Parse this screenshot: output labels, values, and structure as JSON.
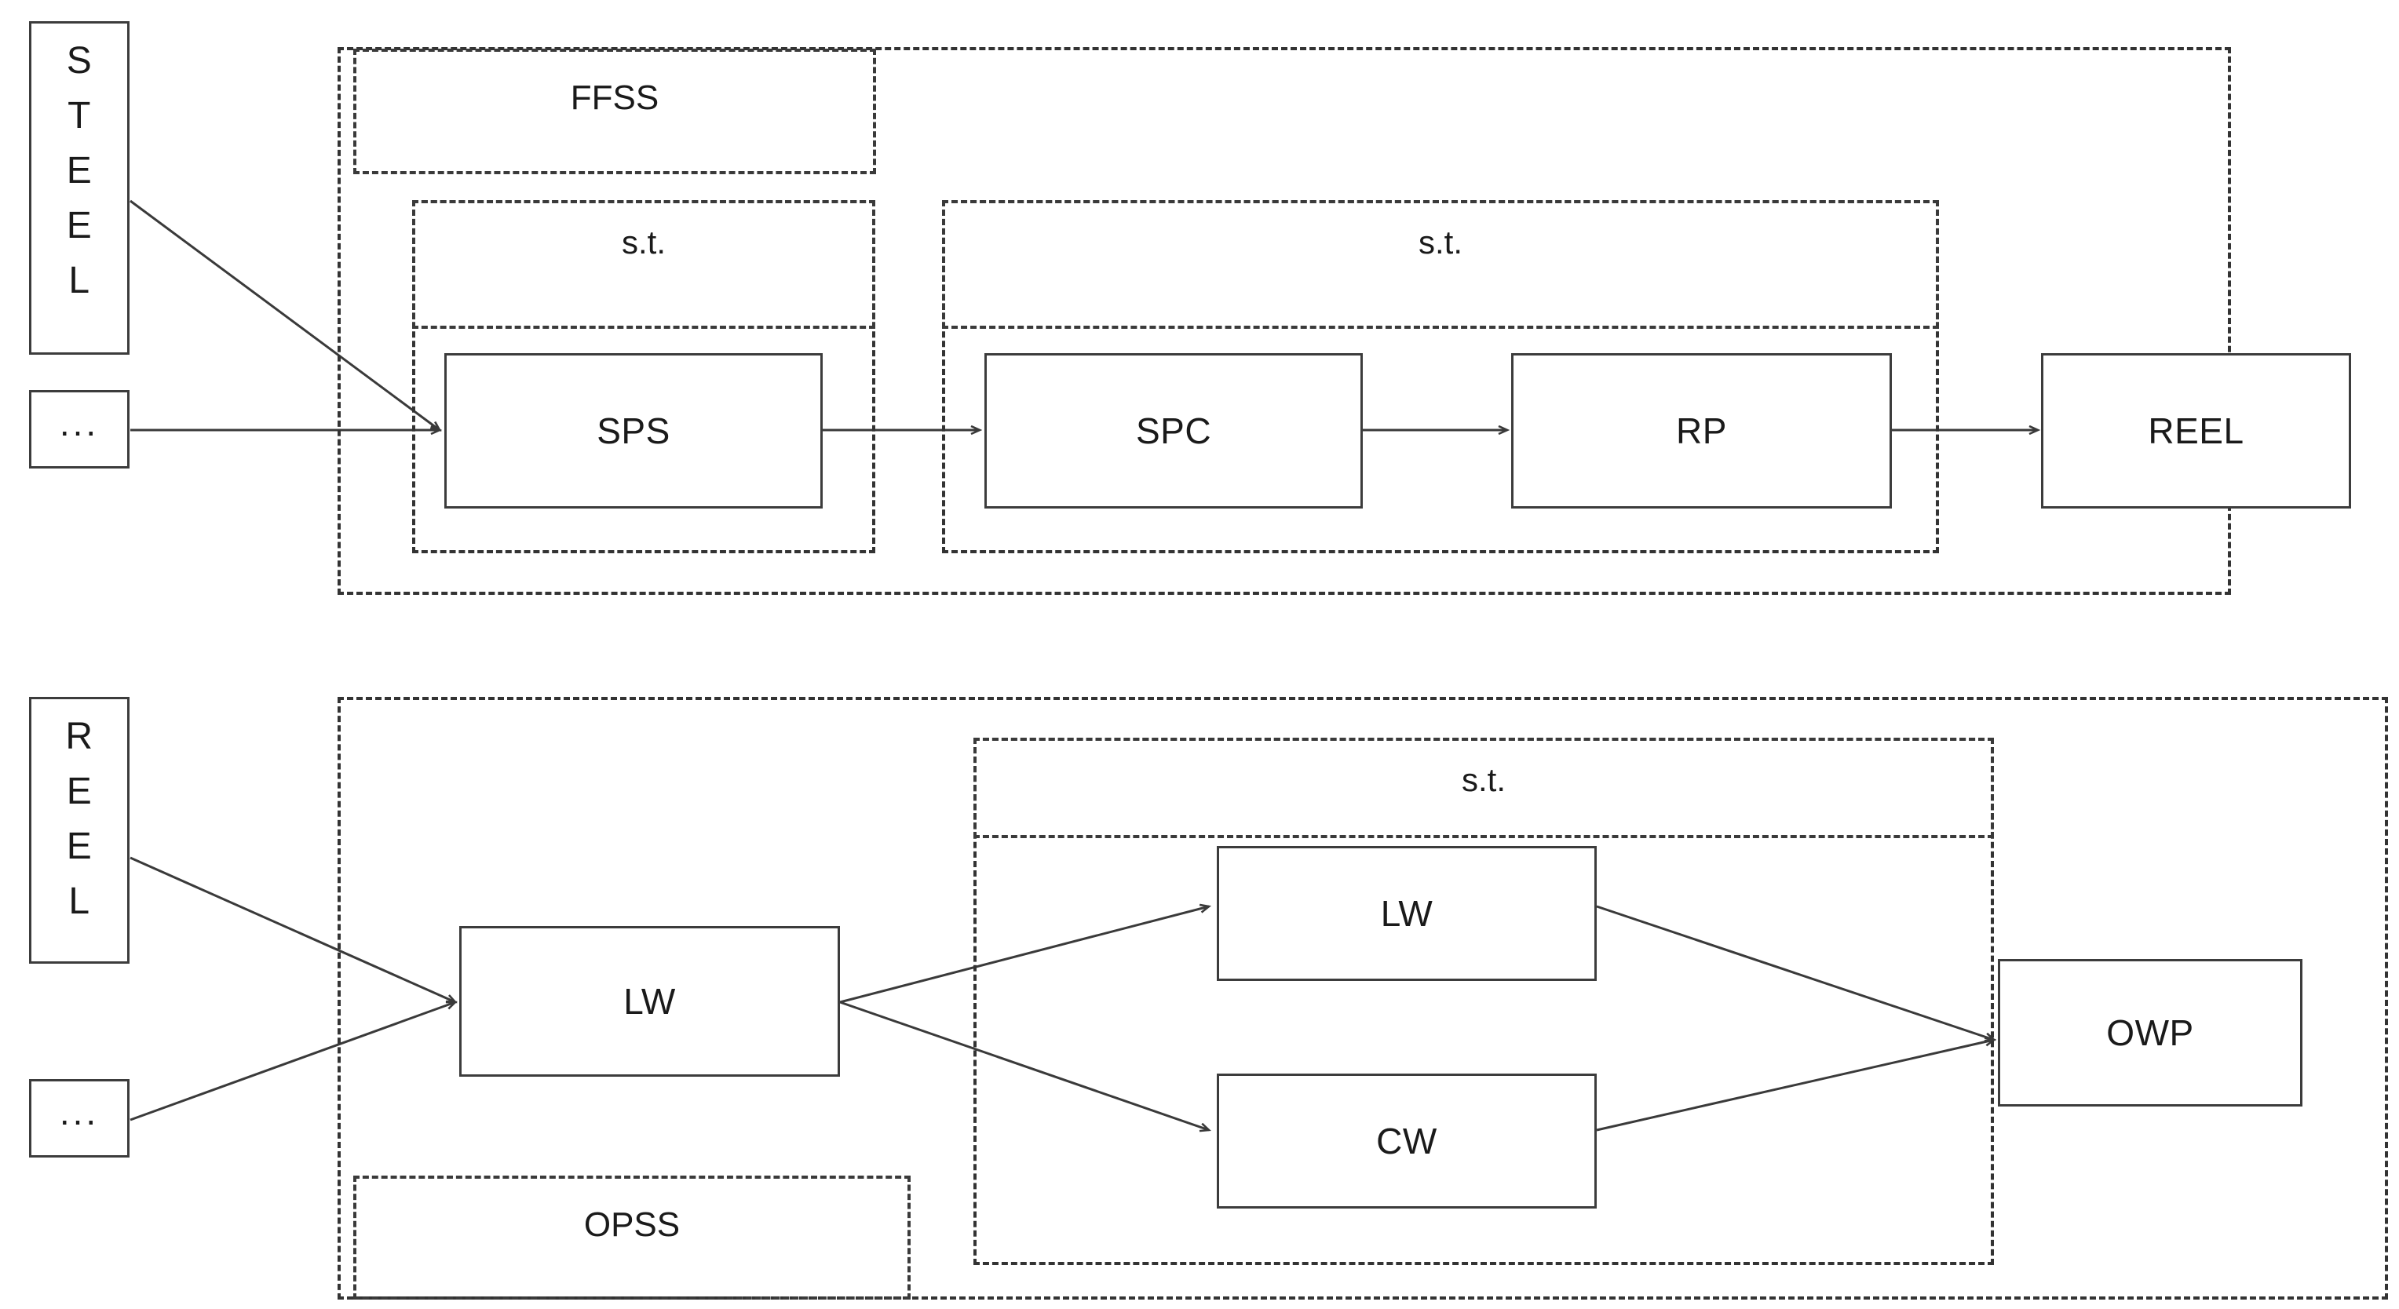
{
  "diagram": {
    "title": "",
    "type": "process-flow",
    "background": "#ffffff",
    "line_color": "#3a3a3a",
    "node_border_color": "#3c3c3c",
    "group_border_color": "#333333"
  },
  "top_flow": {
    "source": {
      "label": "STEEL",
      "letters": [
        "S",
        "T",
        "E",
        "E",
        "L"
      ]
    },
    "source_more": {
      "label": "..."
    },
    "group": {
      "label": "FFSS"
    },
    "subgroup_1": {
      "label": "s.t."
    },
    "subgroup_2": {
      "label": "s.t."
    },
    "nodes": [
      {
        "id": "sps",
        "label": "SPS"
      },
      {
        "id": "spc",
        "label": "SPC"
      },
      {
        "id": "rp",
        "label": "RP"
      },
      {
        "id": "reel",
        "label": "REEL"
      }
    ],
    "edges": [
      {
        "from": "STEEL",
        "to": "SPS"
      },
      {
        "from": "...",
        "to": "SPS"
      },
      {
        "from": "SPS",
        "to": "SPC"
      },
      {
        "from": "SPC",
        "to": "RP"
      },
      {
        "from": "RP",
        "to": "REEL"
      }
    ]
  },
  "bottom_flow": {
    "source": {
      "label": "REEL",
      "letters": [
        "R",
        "E",
        "E",
        "L"
      ]
    },
    "source_more": {
      "label": "..."
    },
    "group": {
      "label": "OPSS"
    },
    "subgroup_1": {
      "label": "s.t."
    },
    "nodes": [
      {
        "id": "lw_in",
        "label": "LW"
      },
      {
        "id": "lw_par",
        "label": "LW"
      },
      {
        "id": "cw_par",
        "label": "CW"
      },
      {
        "id": "owp",
        "label": "OWP"
      }
    ],
    "edges": [
      {
        "from": "REEL",
        "to": "LW"
      },
      {
        "from": "...",
        "to": "LW"
      },
      {
        "from": "LW",
        "to": "LW2"
      },
      {
        "from": "LW",
        "to": "CW"
      },
      {
        "from": "LW2",
        "to": "OWP"
      },
      {
        "from": "CW",
        "to": "OWP"
      }
    ]
  }
}
